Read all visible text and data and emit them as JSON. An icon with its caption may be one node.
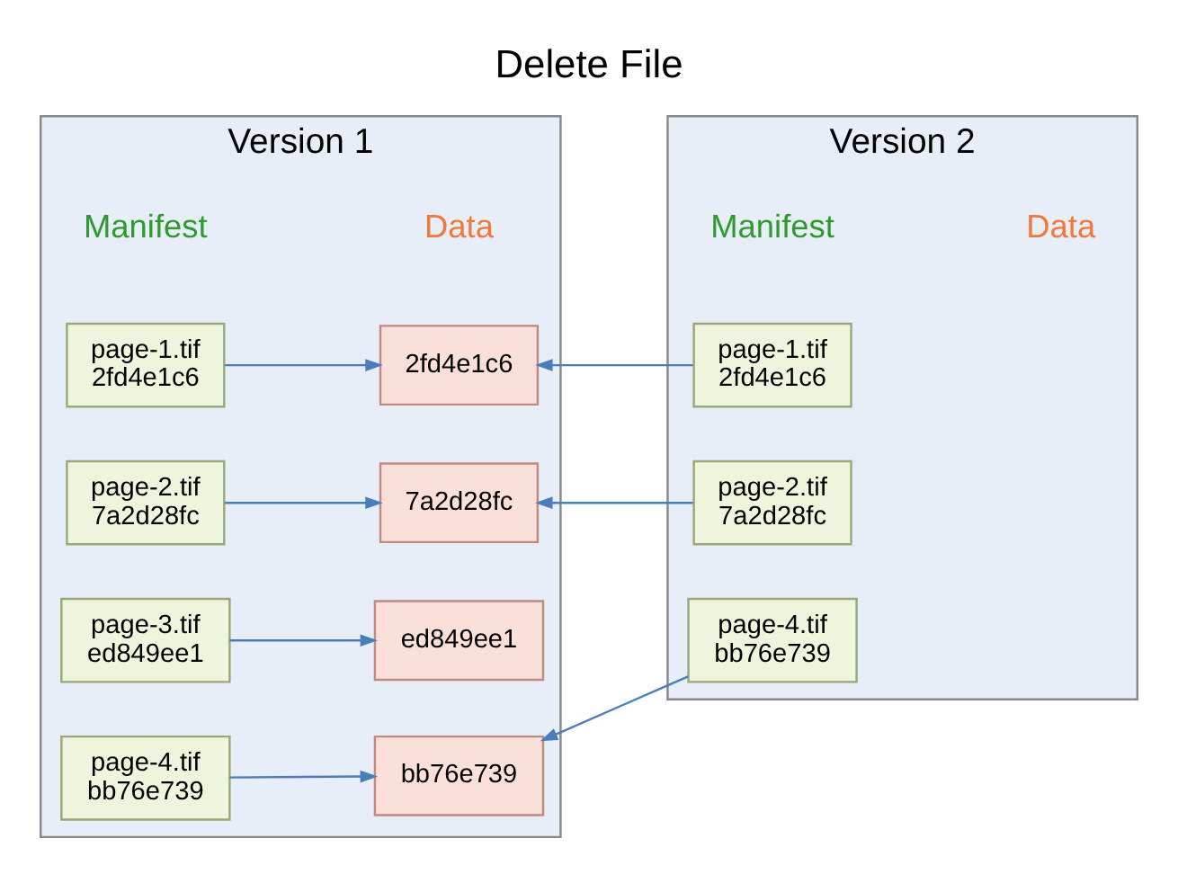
{
  "diagram": {
    "title": "Delete File",
    "nodes": [
      {
        "text": [
          "Version 1"
        ]
      },
      {
        "text": [
          "page-1.tif",
          "2fd4e1c6"
        ],
        "in": 0
      },
      {
        "text": [
          "2fd4e1c6"
        ],
        "in": 0
      },
      {
        "text": [
          "page-2.tif",
          "7a2d28fc"
        ],
        "in": 0
      },
      {
        "text": [
          "7a2d28fc"
        ],
        "in": 0
      },
      {
        "text": [
          "page-3.tif",
          "ed849ee1"
        ],
        "in": 0
      },
      {
        "text": [
          "ed849ee1"
        ],
        "in": 0
      },
      {
        "text": [
          "page-4.tif",
          "bb76e739"
        ],
        "in": 0
      },
      {
        "text": [
          "bb76e739"
        ],
        "in": 0
      },
      {
        "text": [
          "Version 2"
        ]
      },
      {
        "text": [
          "page-1.tif",
          "2fd4e1c6"
        ],
        "in": 9
      },
      {
        "text": [
          "page-2.tif",
          "7a2d28fc"
        ],
        "in": 9
      },
      {
        "text": [
          "page-4.tif",
          "bb76e739"
        ],
        "in": 9
      }
    ],
    "edges": [
      {
        "from": 1,
        "to": 2,
        "arrow": "to"
      },
      {
        "from": 3,
        "to": 4,
        "arrow": "to"
      },
      {
        "from": 5,
        "to": 6,
        "arrow": "to"
      },
      {
        "from": 7,
        "to": 8,
        "arrow": "to"
      },
      {
        "from": 10,
        "to": 2,
        "arrow": "to"
      },
      {
        "from": 11,
        "to": 4,
        "arrow": "to"
      },
      {
        "from": 12,
        "to": 8,
        "arrow": "to"
      }
    ],
    "labels": [
      "Manifest",
      "Data",
      "Manifest",
      "Data"
    ]
  }
}
